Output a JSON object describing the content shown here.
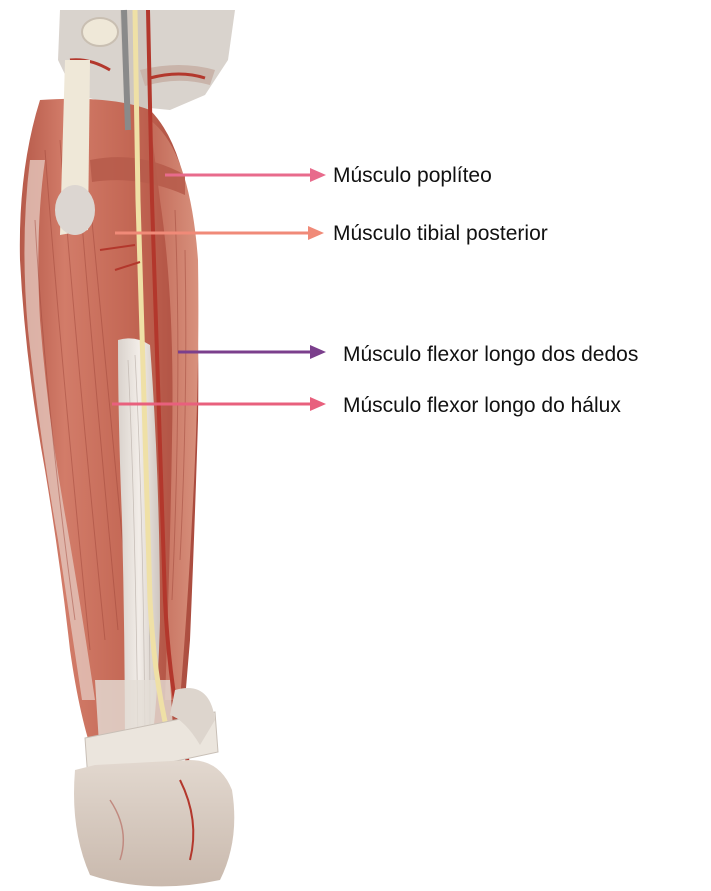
{
  "labels": [
    {
      "text": "Músculo poplíteo",
      "arrow_color": "#e86b8c"
    },
    {
      "text": "Músculo tibial posterior",
      "arrow_color": "#f08a78"
    },
    {
      "text": "Músculo flexor longo dos dedos",
      "arrow_color": "#7b3f8c"
    },
    {
      "text": "Músculo flexor longo do hálux",
      "arrow_color": "#e8607d"
    }
  ],
  "image_colors": {
    "muscle": "#c9705e",
    "muscle_dark": "#a9493d",
    "tendon": "#e4ddd6",
    "nerve": "#efe0a6",
    "artery": "#b3372c",
    "bone": "#ece6d8"
  }
}
